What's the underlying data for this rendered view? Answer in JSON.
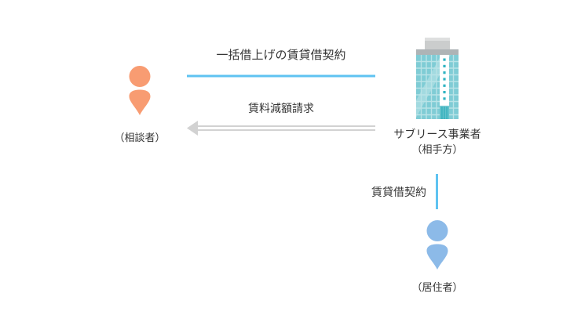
{
  "background": "#ffffff",
  "text_color": "#333333",
  "actors": {
    "consultant": {
      "label": "（相談者）",
      "icon": "person-icon",
      "color": "#f89c72"
    },
    "operator": {
      "name": "サブリース事業者",
      "role": "（相手方）",
      "icon": "office-building-icon",
      "color": "#7fccd5"
    },
    "resident": {
      "label": "（居住者）",
      "icon": "person-icon",
      "color": "#8cbae8"
    }
  },
  "relations": {
    "master_lease": {
      "label": "一括借上げの賃貸借契約",
      "from": "operator",
      "to": "consultant",
      "style": "solid-horizontal-line",
      "color": "#5fc3f1"
    },
    "rent_reduction": {
      "label": "賃料減額請求",
      "from": "operator",
      "to": "consultant",
      "style": "double-line-arrow-left",
      "color": "#d2d2d2"
    },
    "lease": {
      "label": "賃貸借契約",
      "from": "operator",
      "to": "resident",
      "style": "solid-vertical-line",
      "color": "#5fc3f1"
    }
  }
}
